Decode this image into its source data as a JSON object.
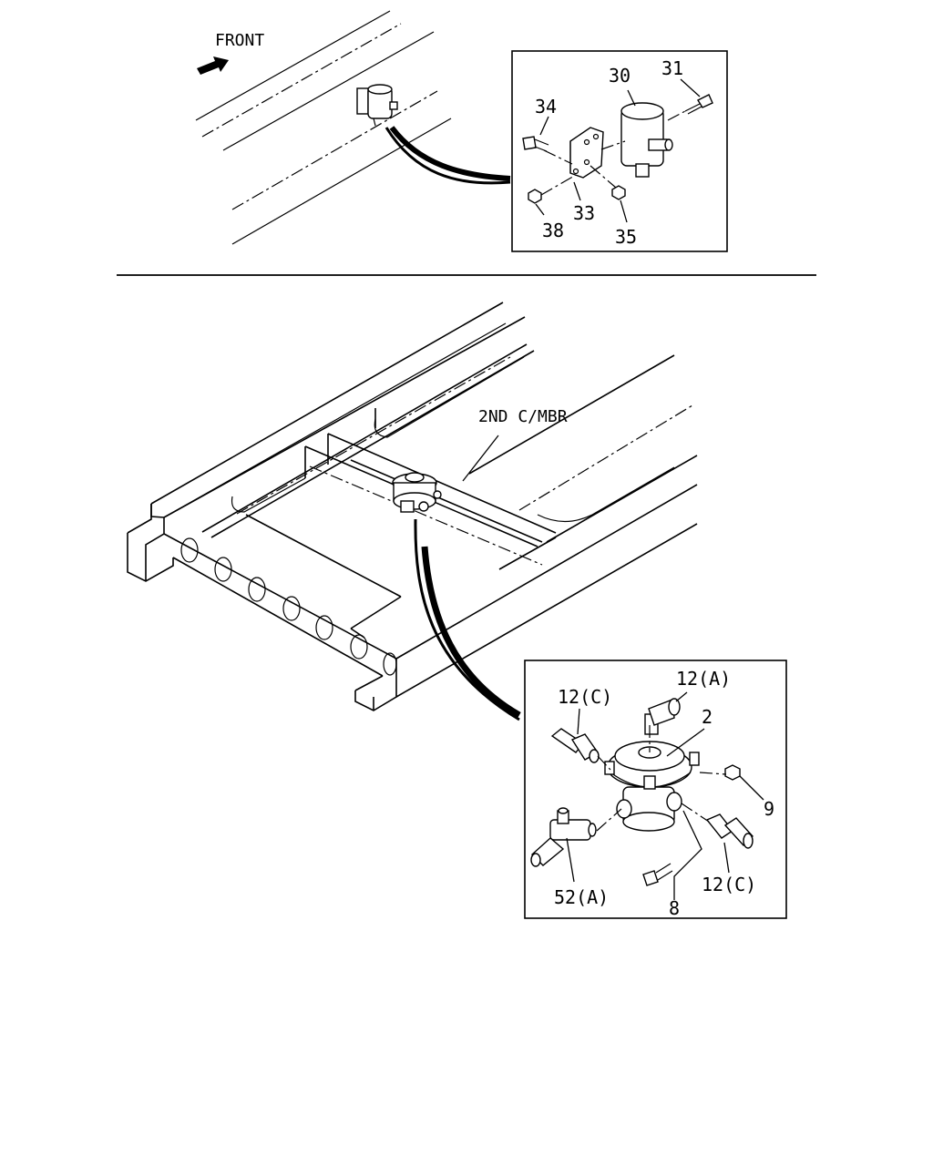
{
  "top_view": {
    "direction_label": "FRONT",
    "callouts": [
      "30",
      "31",
      "34",
      "33",
      "38",
      "35"
    ]
  },
  "bottom_view": {
    "member_label": "2ND C/MBR",
    "callouts": [
      "12(A)",
      "12(C)",
      "2",
      "9",
      "12(C)",
      "52(A)",
      "8"
    ]
  }
}
